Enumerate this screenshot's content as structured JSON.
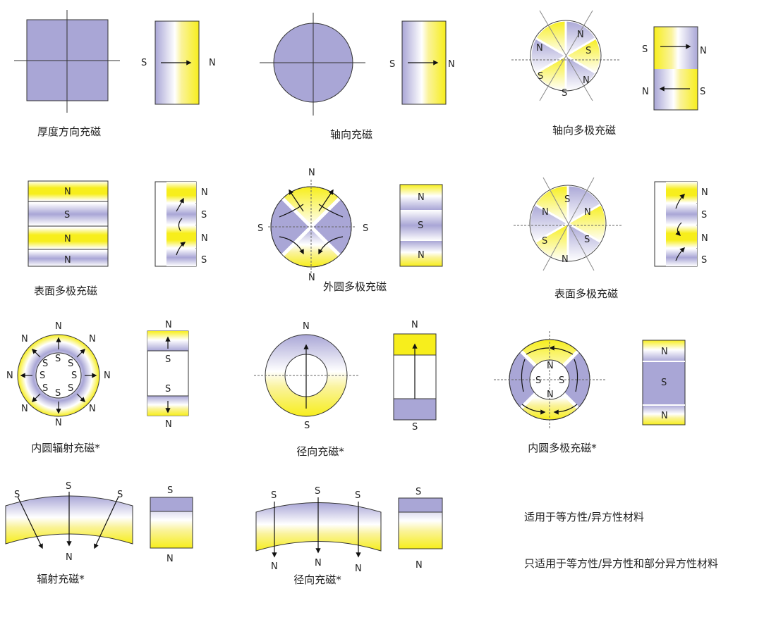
{
  "diagrams": [
    {
      "caption": "厚度方向充磁",
      "poles": [
        "S",
        "N"
      ]
    },
    {
      "caption": "轴向充磁",
      "poles": [
        "S",
        "N"
      ]
    },
    {
      "caption": "轴向多极充磁",
      "poles": [
        "S",
        "N",
        "N",
        "S",
        "N",
        "S",
        "S",
        "N",
        "N",
        "S"
      ]
    },
    {
      "caption": "表面多极充磁",
      "poles": [
        "N",
        "S",
        "N",
        "N",
        "N",
        "S",
        "N",
        "S"
      ]
    },
    {
      "caption": "外圆多极充磁",
      "poles": [
        "N",
        "S",
        "S",
        "N",
        "N",
        "S",
        "N"
      ]
    },
    {
      "caption": "表面多极充磁",
      "poles": [
        "S",
        "N",
        "N",
        "S",
        "N",
        "S",
        "N",
        "S",
        "N",
        "S"
      ]
    },
    {
      "caption": "内圆辐射充磁*",
      "poles": [
        "N",
        "N",
        "N",
        "N",
        "N",
        "N",
        "N",
        "N",
        "S",
        "S",
        "S",
        "S",
        "S",
        "S",
        "S",
        "S",
        "N",
        "S",
        "S",
        "N"
      ]
    },
    {
      "caption": "径向充磁*",
      "poles": [
        "N",
        "S",
        "N",
        "S"
      ]
    },
    {
      "caption": "内圆多极充磁*",
      "poles": [
        "N",
        "S",
        "S",
        "N",
        "N",
        "S",
        "N"
      ]
    },
    {
      "caption": "辐射充磁*",
      "poles": [
        "S",
        "S",
        "S",
        "N",
        "S",
        "N"
      ]
    },
    {
      "caption": "径向充磁*",
      "poles": [
        "S",
        "S",
        "S",
        "N",
        "N",
        "N",
        "S",
        "N"
      ]
    }
  ],
  "legend": {
    "line1": "适用于等方性/异方性材料",
    "line2": "只适用于等方性/异方性和部分异方性材料"
  },
  "colors": {
    "purple": "#a9a6d6",
    "yellow": "#f7ee1c",
    "white": "#ffffff",
    "stroke": "#333333"
  }
}
